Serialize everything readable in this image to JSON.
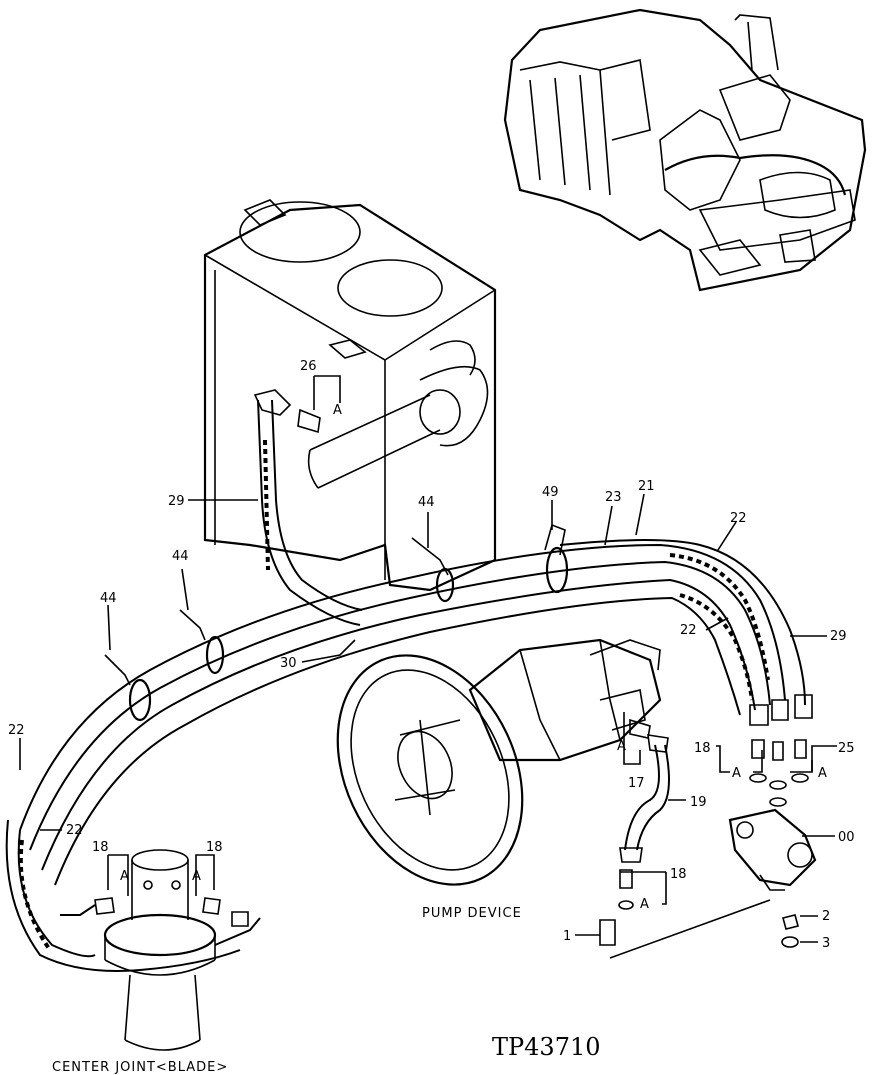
{
  "captions": {
    "pump_device": "PUMP DEVICE",
    "center_joint": "CENTER JOINT<BLADE>",
    "figure_code": "TP43710"
  },
  "callouts": {
    "c26": "26",
    "c29_tank": "29",
    "c44_tank": "44",
    "c49": "49",
    "c23": "23",
    "c21": "21",
    "c22_top": "22",
    "c22_mid": "22",
    "c29_right": "29",
    "c44_mid": "44",
    "c44_left": "44",
    "c30": "30",
    "c22_left": "22",
    "c22_left_low": "22",
    "c18_left": "18",
    "c18_center": "18",
    "c17": "17",
    "c19": "19",
    "c18_pump": "18",
    "c18_pump_low": "18",
    "c25": "25",
    "c00": "00",
    "c1": "1",
    "c2": "2",
    "c3": "3"
  },
  "letters": {
    "a_26": "A",
    "a_17": "A",
    "a_18_pump": "A",
    "a_25": "A",
    "a_18_pump_low": "A",
    "a_18_left": "A",
    "a_18_center": "A"
  }
}
